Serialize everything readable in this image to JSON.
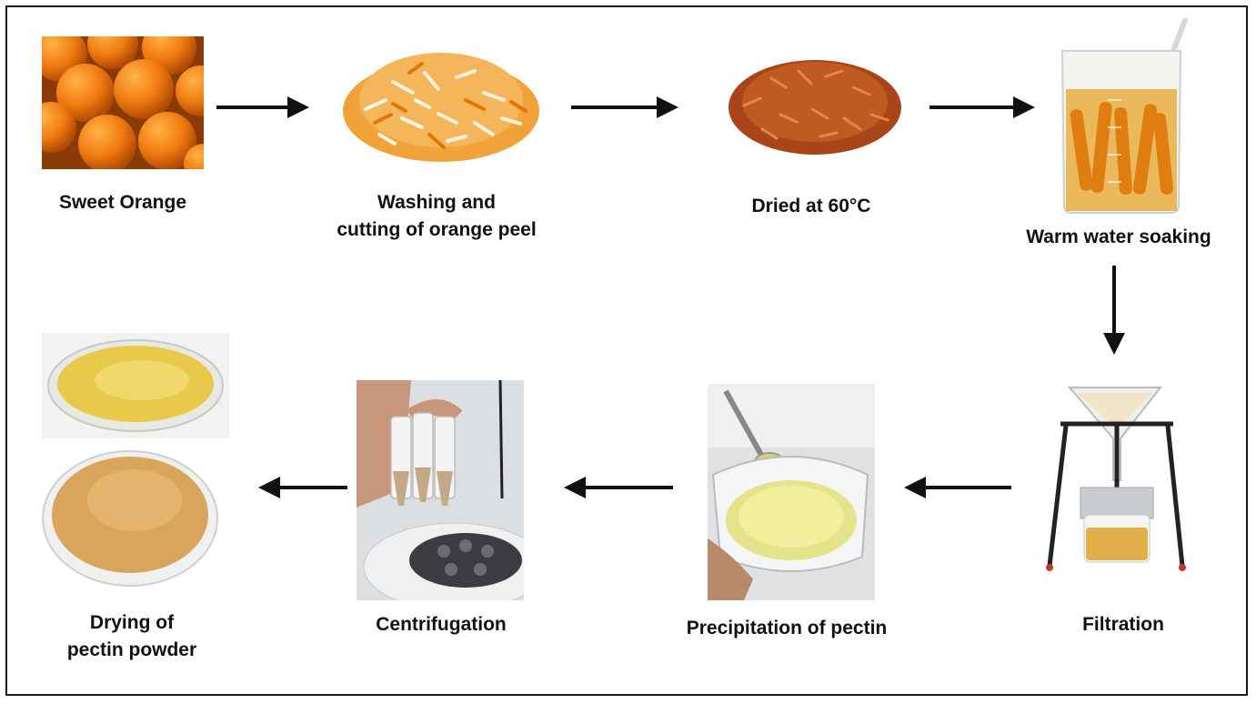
{
  "steps": {
    "sweet_orange": {
      "label": "Sweet Orange"
    },
    "washing": {
      "label_line1": "Washing and",
      "label_line2": "cutting of orange peel"
    },
    "dried": {
      "label": "Dried at 60°C"
    },
    "soaking": {
      "label": "Warm water soaking"
    },
    "filtration": {
      "label": "Filtration"
    },
    "precipitation": {
      "label": "Precipitation of pectin"
    },
    "centrifugation": {
      "label": "Centrifugation"
    },
    "drying_powder": {
      "label_line1": "Drying of",
      "label_line2": "pectin powder"
    }
  },
  "colors": {
    "orange": "#f07a10",
    "peel": "#f2a23a",
    "dried_peel": "#b5501c",
    "liquid": "#e8b24a",
    "pectin": "#e9e07a",
    "powder": "#d9a55c",
    "arrow": "#111111"
  }
}
